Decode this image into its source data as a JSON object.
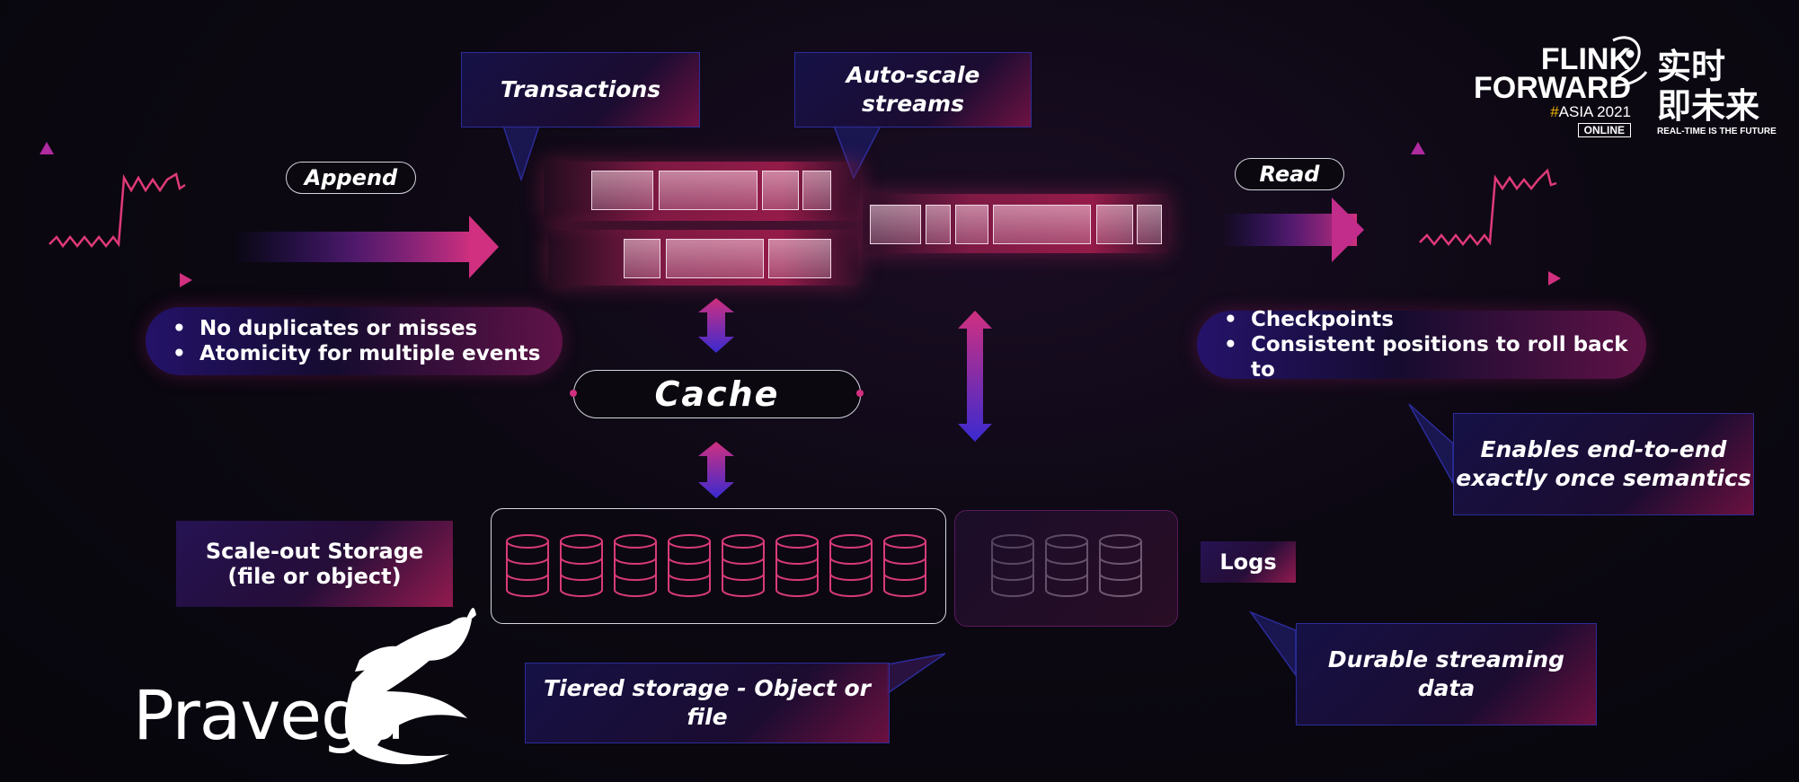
{
  "callouts": {
    "transactions": "Transactions",
    "auto_scale_line1": "Auto-scale",
    "auto_scale_line2": "streams",
    "enables_line1": "Enables end-to-end",
    "enables_line2": "exactly once semantics",
    "durable": "Durable streaming data",
    "tiered": "Tiered storage - Object or file"
  },
  "pills": {
    "append": "Append",
    "read": "Read",
    "cache": "Cache"
  },
  "left_bullets": [
    "No duplicates or misses",
    "Atomicity for multiple events"
  ],
  "right_bullets": [
    "Checkpoints",
    "Consistent positions to roll back to"
  ],
  "labels": {
    "scale_out_line1": "Scale-out Storage",
    "scale_out_line2": "(file or object)",
    "logs": "Logs"
  },
  "logo": {
    "pravega": "Pravega",
    "flink_line1": "FLINK",
    "flink_line2": "FORWARD",
    "hash": "#",
    "asia": "ASIA 2021",
    "online": "ONLINE",
    "cn_line1": "实时",
    "cn_line2": "即未来",
    "tagline": "REAL-TIME IS THE FUTURE"
  },
  "colors": {
    "accent_magenta": "#d0307f",
    "accent_blue": "#2a2ad0",
    "background": "#0a0810",
    "flink_hash": "#f5b800"
  }
}
